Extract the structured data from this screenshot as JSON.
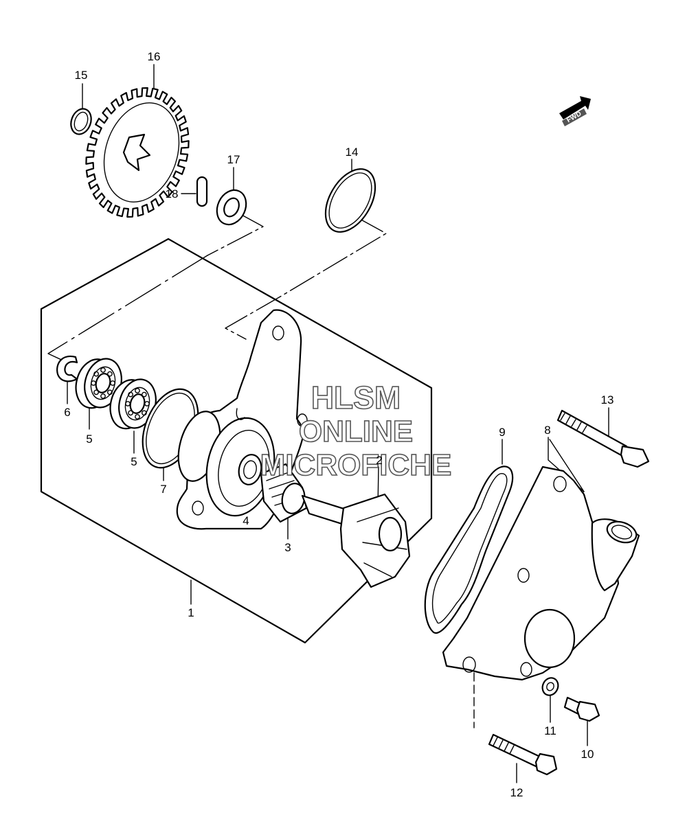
{
  "fwd_label": "FWD",
  "watermark": {
    "line1": "HLSM",
    "line2": "ONLINE",
    "line3": "MICROFICHE",
    "color": "#555555"
  },
  "callouts": [
    "1",
    "2",
    "3",
    "4",
    "5",
    "5",
    "6",
    "7",
    "8",
    "9",
    "10",
    "11",
    "12",
    "13",
    "14",
    "15",
    "16",
    "17",
    "18"
  ],
  "line_color": "#000000",
  "background": "#ffffff"
}
